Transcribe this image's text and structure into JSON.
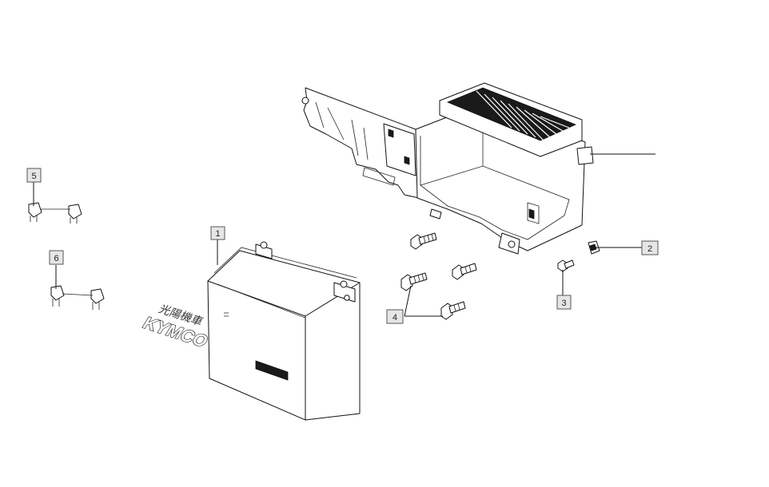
{
  "diagram": {
    "battery_brand": "KYMCO",
    "battery_cjk_text": "光陽機車",
    "callouts": [
      {
        "id": "callout-1",
        "label": "1"
      },
      {
        "id": "callout-2",
        "label": "2"
      },
      {
        "id": "callout-3",
        "label": "3"
      },
      {
        "id": "callout-4",
        "label": "4"
      },
      {
        "id": "callout-5",
        "label": "5"
      },
      {
        "id": "callout-6",
        "label": "6"
      }
    ]
  }
}
